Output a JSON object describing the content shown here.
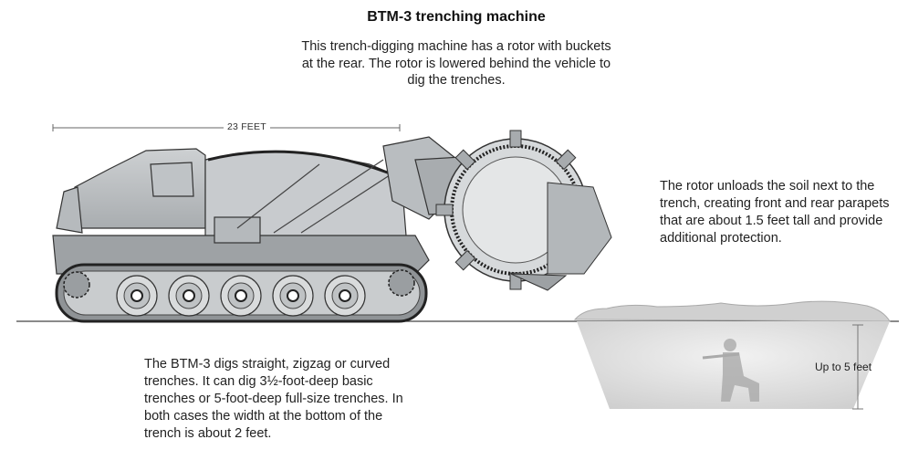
{
  "title": "BTM-3 trenching machine",
  "subtitle": "This trench-digging machine has a rotor with buckets at the rear. The rotor is lowered behind the vehicle to dig the trenches.",
  "dimension": {
    "label": "23 FEET"
  },
  "annotations": {
    "rotor": "The rotor unloads the soil next to the trench, creating front and rear parapets that are about 1.5 feet tall and provide additional protection.",
    "digging": "The BTM-3 digs straight, zigzag or curved trenches. It can dig 3½-foot-deep basic trenches or 5-foot-deep full-size trenches. In both cases the width at the bottom of the trench is about 2 feet.",
    "depth": "Up to 5 feet"
  },
  "illustration": {
    "vehicle": "BTM-3 tracked trenching vehicle",
    "road_wheels": 5,
    "figure": "soldier kneeling in trench with rifle"
  }
}
